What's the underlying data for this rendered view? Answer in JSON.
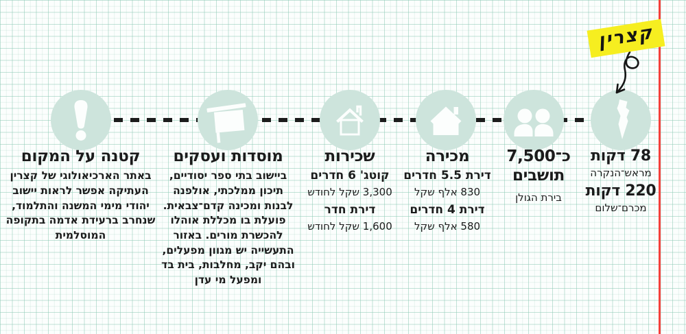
{
  "annotation": {
    "label": "קצרין"
  },
  "palette": {
    "circle": "#cde4dc",
    "ink": "#1b1b1b",
    "note_yellow": "#f6ee20",
    "margin_red": "#f4403b"
  },
  "columns": [
    {
      "id": "travel-times",
      "icon": "israel-map-icon",
      "lines": [
        {
          "style": "big",
          "text": "78 דקות"
        },
        {
          "style": "small",
          "text": "מראש־הנקרה"
        },
        {
          "style": "big",
          "text": "220 דקות"
        },
        {
          "style": "small",
          "text": "מכרם־שלום"
        }
      ]
    },
    {
      "id": "population",
      "icon": "people-icon",
      "lines": [
        {
          "style": "big",
          "text": "כ־7,500"
        },
        {
          "style": "big",
          "text": "תושבים"
        },
        {
          "style": "small",
          "text": "בירת הגולן"
        }
      ]
    },
    {
      "id": "sale",
      "icon": "house-filled-icon",
      "lines": [
        {
          "style": "big",
          "text": "מכירה"
        },
        {
          "style": "medium",
          "text": "דירת 5.5 חדרים"
        },
        {
          "style": "small",
          "text": "830 אלף שקל"
        },
        {
          "style": "medium",
          "text": "דירת 4 חדרים"
        },
        {
          "style": "small",
          "text": "580 אלף שקל"
        }
      ]
    },
    {
      "id": "rent",
      "icon": "house-outline-icon",
      "lines": [
        {
          "style": "big",
          "text": "שכירות"
        },
        {
          "style": "medium",
          "text": "קוטג' 6 חדרים"
        },
        {
          "style": "small",
          "text": "3,300 שקל לחודש"
        },
        {
          "style": "medium",
          "text": "דירת חדר"
        },
        {
          "style": "small",
          "text": "1,600 שקל לחודש"
        }
      ]
    },
    {
      "id": "institutions-businesses",
      "icon": "sign-icon",
      "lines": [
        {
          "style": "big",
          "text": "מוסדות ועסקים"
        },
        {
          "style": "body",
          "text": "ביישוב בתי ספר יסודיים, תיכון ממלכתי, אולפנה לבנות ומכינה קדם־צבאית. פועלת בו מכללת אוהלו להכשרת מורים. באזור התעשייה יש מגוון מפעלים, ובהם יקב, מחלבות, בית בד ומפעל מי עדן"
        }
      ]
    },
    {
      "id": "about-place",
      "icon": "exclamation-icon",
      "lines": [
        {
          "style": "big",
          "text": "קטנה על המקום"
        },
        {
          "style": "body",
          "text": "באתר הארכיאולוגי של קצרין העתיקה אפשר לראות יישוב יהודי מימי המשנה והתלמוד, שנחרב ברעידת אדמה בתקופה המוסלמית"
        }
      ]
    }
  ]
}
